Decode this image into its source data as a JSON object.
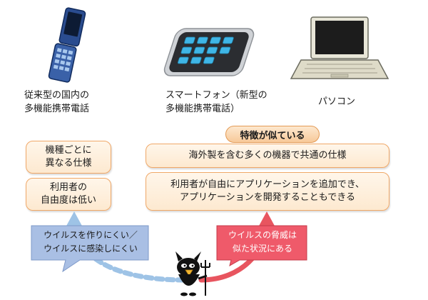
{
  "devices": {
    "feature_phone_caption_1": "従来型の国内の",
    "feature_phone_caption_2": "多機能携帯電話",
    "smartphone_caption_1": "スマートフォン（新型の",
    "smartphone_caption_2": "多機能携帯電話）",
    "pc_caption": "パソコン"
  },
  "left_boxes": {
    "box1_line1": "機種ごとに",
    "box1_line2": "異なる仕様",
    "box2_line1": "利用者の",
    "box2_line2": "自由度は低い"
  },
  "right_group": {
    "header": "特徴が似ている",
    "box1": "海外製を含む多くの機器で共通の仕様",
    "box2_line1": "利用者が自由にアプリケーションを追加でき、",
    "box2_line2": "アプリケーションを開発することもできる"
  },
  "callouts": {
    "left_line1": "ウイルスを作りにくい／",
    "left_line2": "ウイルスに感染しにくい",
    "right_line1": "ウイルスの脅威は",
    "right_line2": "似た状況にある"
  },
  "colors": {
    "box_border": "#f0a868",
    "left_callout": "#a9bfe4",
    "right_callout": "#ef5a6a",
    "left_arrow": "#9ec3e6",
    "right_arrow": "#e8555f"
  },
  "icons": {
    "feature_phone": "flip-phone-icon",
    "smartphone": "smartphone-icon",
    "pc": "laptop-icon",
    "virus": "devil-virus-icon"
  }
}
